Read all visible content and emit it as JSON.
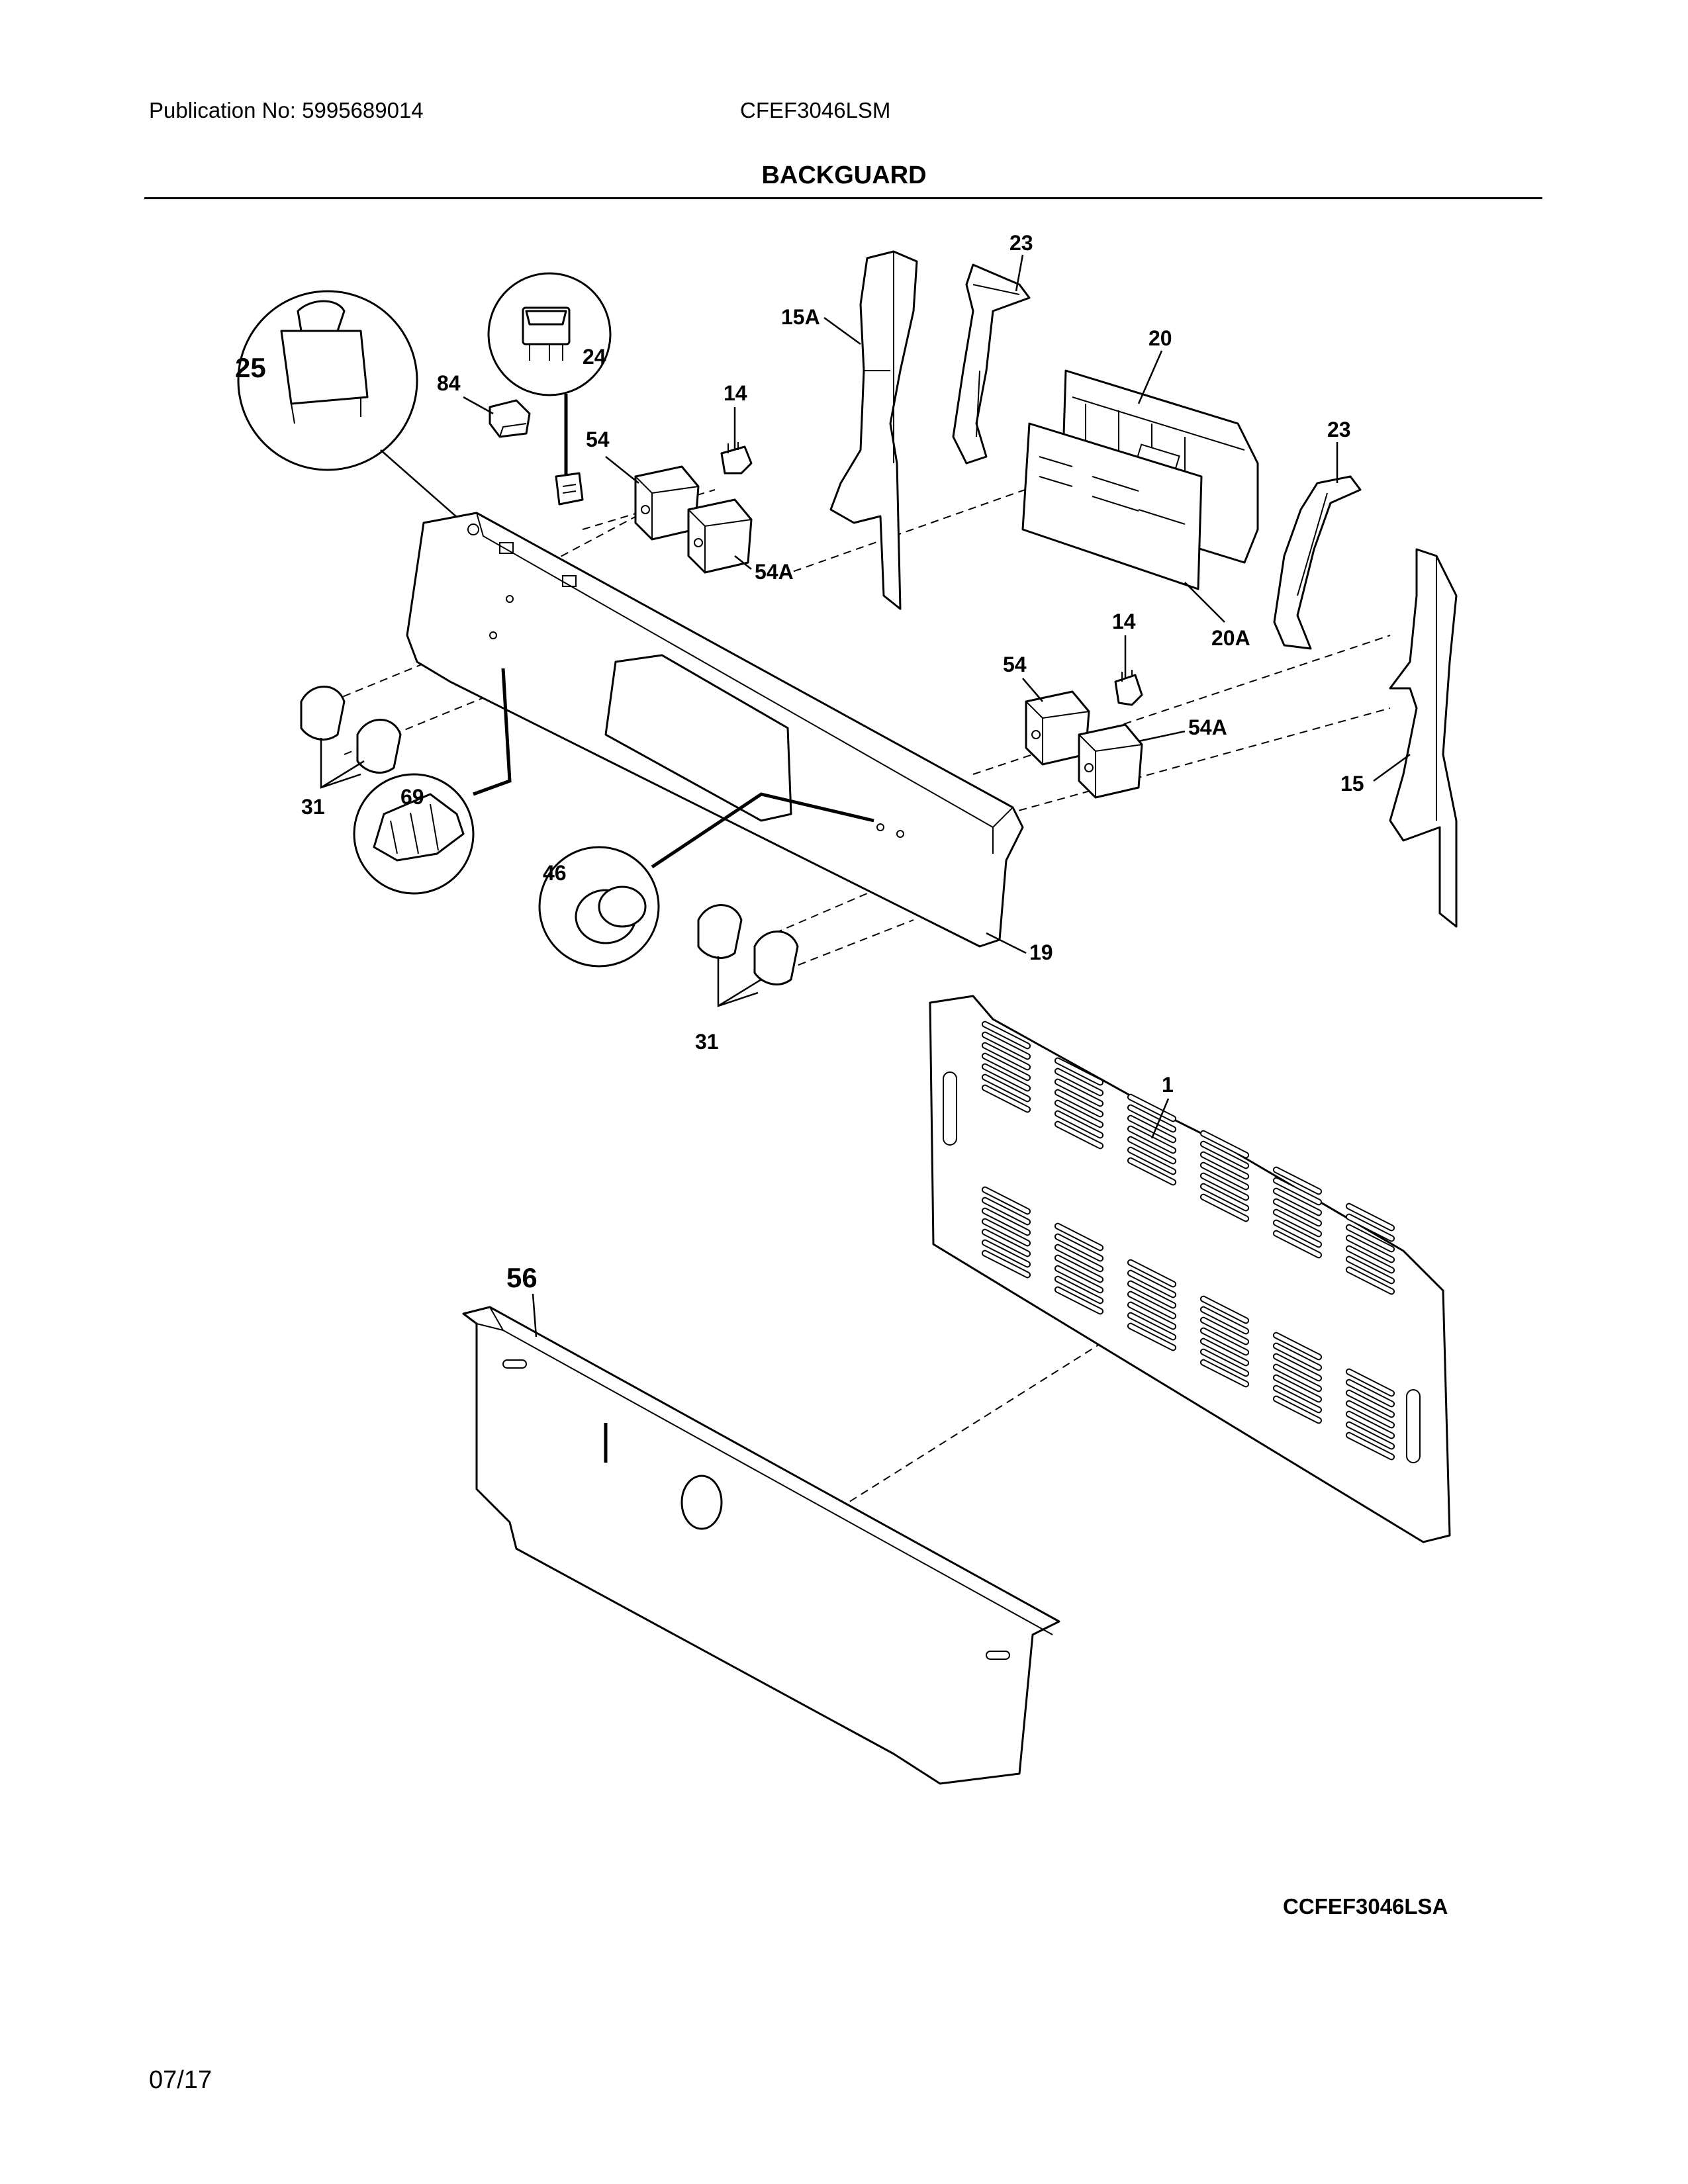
{
  "header": {
    "publication": "Publication No: 5995689014",
    "model": "CFEF3046LSM",
    "title": "BACKGUARD"
  },
  "footer": {
    "diagram_code": "CCFEF3046LSA",
    "date": "07/17"
  },
  "callouts": {
    "c1": "1",
    "c14a": "14",
    "c14b": "14",
    "c15": "15",
    "c15a": "15A",
    "c19": "19",
    "c20": "20",
    "c20a": "20A",
    "c23a": "23",
    "c23b": "23",
    "c24": "24",
    "c25": "25",
    "c31a": "31",
    "c31b": "31",
    "c46": "46",
    "c54a": "54",
    "c54b": "54",
    "c54aa": "54A",
    "c54ab": "54A",
    "c56": "56",
    "c69": "69",
    "c84": "84"
  }
}
